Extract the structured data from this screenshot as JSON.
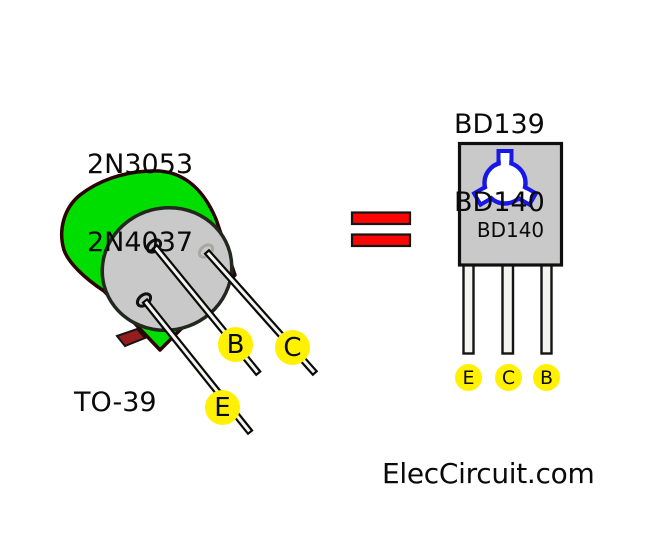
{
  "left_device": {
    "part_numbers": [
      "2N3053",
      "2N4037"
    ],
    "package_name": "TO-39",
    "pins": [
      {
        "name": "base",
        "label": "B"
      },
      {
        "name": "collector",
        "label": "C"
      },
      {
        "name": "emitter",
        "label": "E"
      }
    ]
  },
  "right_device": {
    "part_numbers": [
      "BD139",
      "BD140"
    ],
    "body_marking": "BD140",
    "pins": [
      {
        "name": "emitter",
        "label": "E"
      },
      {
        "name": "collector",
        "label": "C"
      },
      {
        "name": "base",
        "label": "B"
      }
    ]
  },
  "watermark": "ElecCircuit.com",
  "colors": {
    "can_green": "#00DE00",
    "can_outline": "#2D0404",
    "face_gray": "#C9C9C9",
    "tab_red": "#951D1D",
    "pin_fill": "#F4F4F0",
    "badge_yellow": "#FFF100",
    "equals_red": "#FB0505",
    "symbol_blue": "#1717E8"
  }
}
